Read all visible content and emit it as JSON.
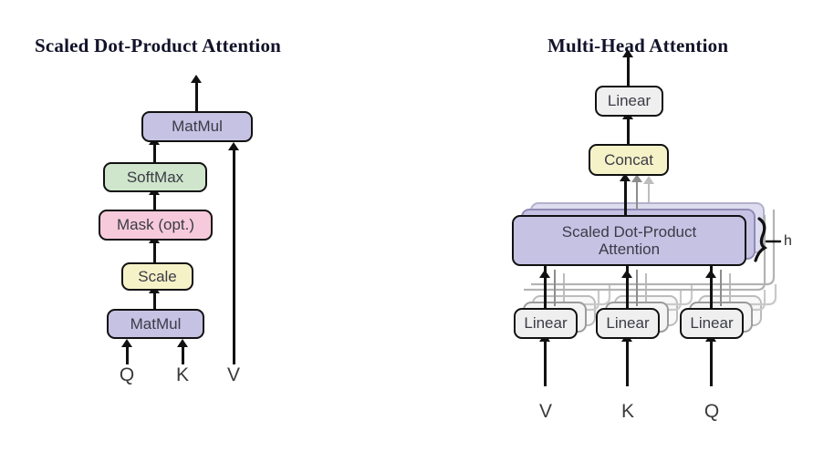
{
  "figure": {
    "left_title": "Scaled Dot-Product Attention",
    "right_title": "Multi-Head Attention"
  },
  "colors": {
    "purple": "#c6c2e4",
    "green": "#cfe6cc",
    "pink": "#f6cada",
    "yellow": "#f6f2c8",
    "gray": "#efefef",
    "outline": "#111111",
    "text": "#3b3b46"
  },
  "left_diagram": {
    "nodes": [
      {
        "id": "matmul-top",
        "label": "MatMul",
        "color": "purple"
      },
      {
        "id": "softmax",
        "label": "SoftMax",
        "color": "green"
      },
      {
        "id": "mask",
        "label": "Mask (opt.)",
        "color": "pink"
      },
      {
        "id": "scale",
        "label": "Scale",
        "color": "yellow"
      },
      {
        "id": "matmul-bottom",
        "label": "MatMul",
        "color": "purple"
      }
    ],
    "inputs": [
      {
        "id": "q",
        "label": "Q"
      },
      {
        "id": "k",
        "label": "K"
      },
      {
        "id": "v",
        "label": "V"
      }
    ]
  },
  "right_diagram": {
    "nodes": [
      {
        "id": "linear-out",
        "label": "Linear",
        "color": "gray"
      },
      {
        "id": "concat",
        "label": "Concat",
        "color": "yellow"
      },
      {
        "id": "sdpa",
        "label": "Scaled Dot-Product\nAttention",
        "color": "purple"
      },
      {
        "id": "linear-v",
        "label": "Linear",
        "color": "gray"
      },
      {
        "id": "linear-k",
        "label": "Linear",
        "color": "gray"
      },
      {
        "id": "linear-q",
        "label": "Linear",
        "color": "gray"
      }
    ],
    "inputs": [
      {
        "id": "v",
        "label": "V"
      },
      {
        "id": "k",
        "label": "K"
      },
      {
        "id": "q",
        "label": "Q"
      }
    ],
    "heads_label": "h"
  }
}
